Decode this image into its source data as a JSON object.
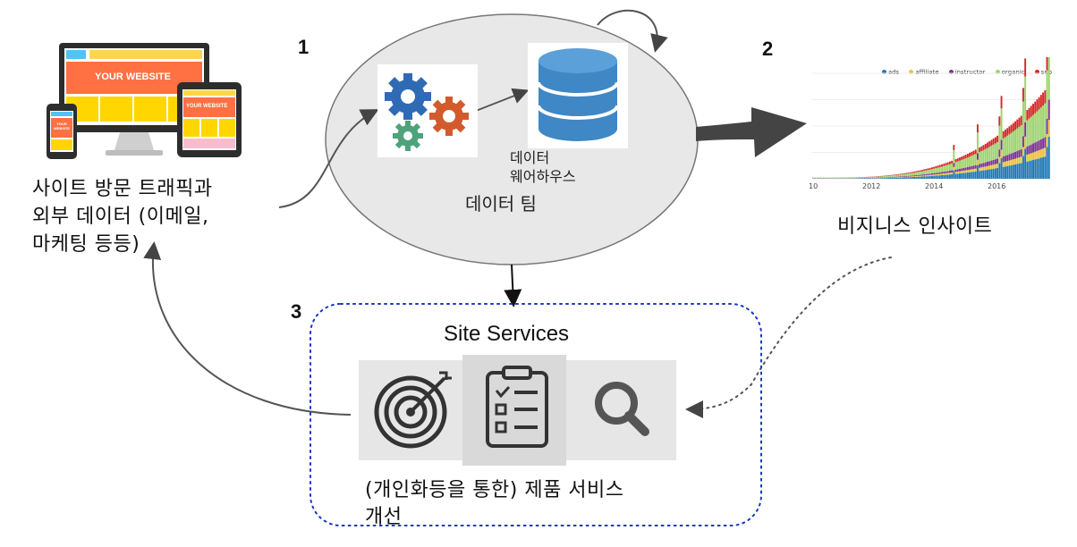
{
  "steps": {
    "one": "1",
    "two": "2",
    "three": "3"
  },
  "sources": {
    "lines": [
      "사이트 방문 트래픽과",
      "외부 데이터 (이메일,",
      "마케팅 등등)"
    ],
    "device_screen_text": "YOUR WEBSITE",
    "tablet_screen_text": "YOUR WEBSITE",
    "phone_screen_text": "YOUR WEBSITE"
  },
  "data_team": {
    "label": "데이터 팀",
    "warehouse_lines": [
      "데이터",
      "웨어하우스"
    ]
  },
  "insights": {
    "label": "비지니스 인사이트"
  },
  "services": {
    "title": "Site Services",
    "caption_lines": [
      "(개인화등을 통한) 제품 서비스",
      "개선"
    ]
  },
  "chart_data": {
    "type": "bar",
    "legend": [
      "ads",
      "affiliate",
      "instructor",
      "organic",
      "seo"
    ],
    "colors": {
      "ads": "#1f77b4",
      "affiliate": "#e8c33a",
      "instructor": "#7b3294",
      "organic": "#9ed36a",
      "seo": "#d62728"
    },
    "x_ticks": [
      "10",
      "2012",
      "2014",
      "2016"
    ],
    "xlim": [
      2010,
      2017.7
    ],
    "ylim": [
      0,
      100
    ],
    "grid": true,
    "legend_position": "top-right"
  }
}
